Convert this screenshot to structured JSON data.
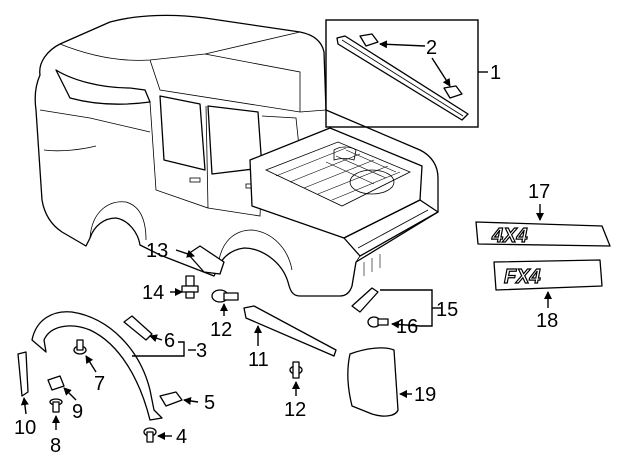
{
  "callouts": {
    "c1": "1",
    "c2": "2",
    "c3": "3",
    "c4": "4",
    "c5": "5",
    "c6": "6",
    "c7": "7",
    "c8": "8",
    "c9": "9",
    "c10": "10",
    "c11": "11",
    "c12a": "12",
    "c12b": "12",
    "c13": "13",
    "c14": "14",
    "c15": "15",
    "c16": "16",
    "c17": "17",
    "c18": "18",
    "c19": "19"
  },
  "emblems": {
    "e4x4": "4X4",
    "efx4": "FX4"
  }
}
